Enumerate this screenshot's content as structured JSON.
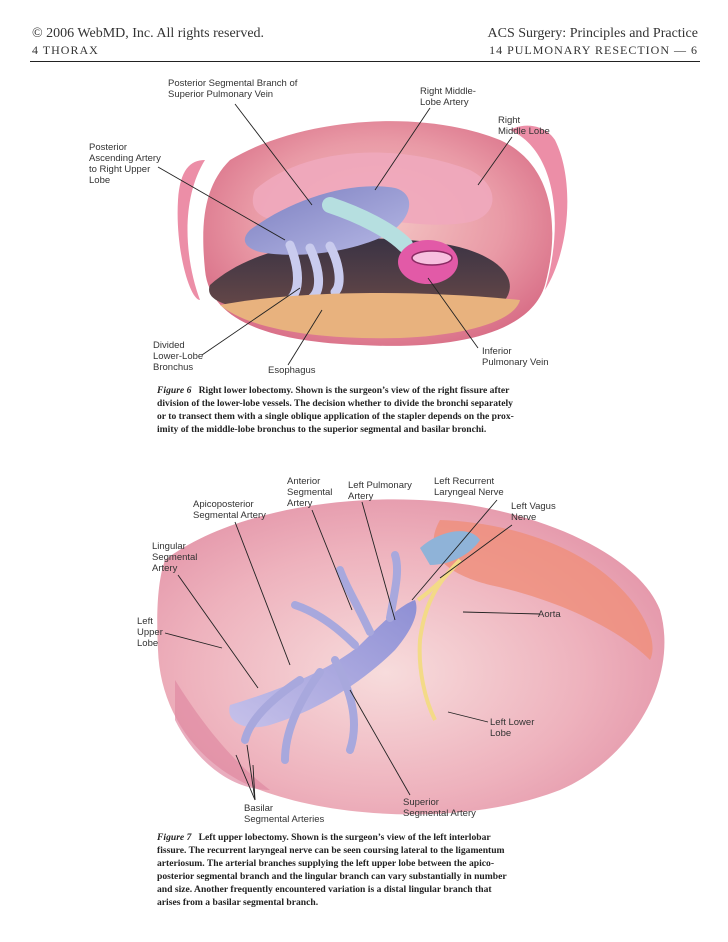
{
  "header": {
    "copyright": "© 2006 WebMD, Inc. All rights reserved.",
    "section": "4  THORAX",
    "book_title": "ACS Surgery: Principles and Practice",
    "chapter": "14  PULMONARY RESECTION — 6"
  },
  "figure6": {
    "labels": {
      "posterior_segmental": [
        "Posterior Segmental Branch of",
        "Superior Pulmonary Vein"
      ],
      "right_middle_lobe_artery": [
        "Right Middle-",
        "Lobe Artery"
      ],
      "right_middle_lobe": [
        "Right",
        "Middle Lobe"
      ],
      "posterior_ascending": [
        "Posterior",
        "Ascending Artery",
        "to Right Upper",
        "Lobe"
      ],
      "divided_bronchus": [
        "Divided",
        "Lower-Lobe",
        "Bronchus"
      ],
      "esophagus": [
        "Esophagus"
      ],
      "inferior_vein": [
        "Inferior",
        "Pulmonary Vein"
      ]
    },
    "caption": {
      "figure_label": "Figure 6",
      "lines": [
        "Right lower lobectomy. Shown is the surgeon’s view of the right fissure after",
        "division of the lower-lobe vessels. The decision whether to divide the bronchi separately",
        "or to transect them with a single oblique application of the stapler depends on the prox-",
        "imity of the middle-lobe bronchus to the superior segmental and basilar bronchi."
      ]
    }
  },
  "figure7": {
    "labels": {
      "anterior_segmental": [
        "Anterior",
        "Segmental",
        "Artery"
      ],
      "left_pulmonary_artery": [
        "Left Pulmonary",
        "Artery"
      ],
      "left_recurrent": [
        "Left Recurrent",
        "Laryngeal Nerve"
      ],
      "apicoposterior": [
        "Apicoposterior",
        "Segmental Artery"
      ],
      "left_vagus": [
        "Left Vagus",
        "Nerve"
      ],
      "lingular": [
        "Lingular",
        "Segmental",
        "Artery"
      ],
      "aorta": [
        "Aorta"
      ],
      "left_upper_lobe": [
        "Left",
        "Upper",
        "Lobe"
      ],
      "left_lower_lobe": [
        "Left Lower",
        "Lobe"
      ],
      "basilar": [
        "Basilar",
        "Segmental Arteries"
      ],
      "superior_segmental": [
        "Superior",
        "Segmental Artery"
      ]
    },
    "caption": {
      "figure_label": "Figure 7",
      "lines": [
        "Left upper lobectomy. Shown is the surgeon’s view of the left interlobar",
        "fissure. The recurrent laryngeal nerve can be seen coursing lateral to the ligamentum",
        "arteriosum. The arterial branches supplying the left upper lobe between the apico-",
        "posterior segmental branch and the lingular branch can vary substantially in number",
        "and size. Another frequently encountered variation is a distal lingular branch that",
        "arises from a basilar segmental branch."
      ]
    }
  }
}
